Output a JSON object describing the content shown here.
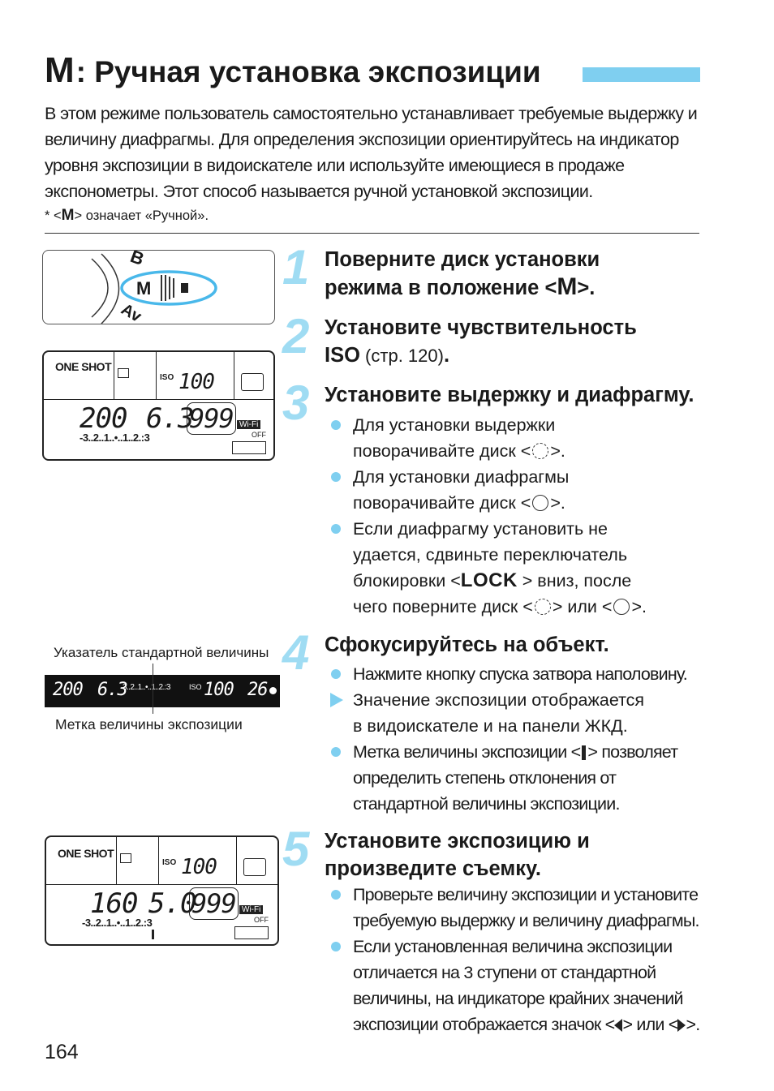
{
  "header": {
    "mode_letter": "M",
    "title": ": Ручная установка экспозиции"
  },
  "intro": "В этом режиме пользователь самостоятельно устанавливает требуемые выдержку и величину диафрагмы. Для определения экспозиции ориентируйтесь на индикатор уровня экспозиции в видоискателе или используйте имеющиеся в продаже экспонометры. Этот способ называется ручной установкой экспозиции.",
  "footnote": {
    "prefix": "* <",
    "mode": "M",
    "suffix": "> означает «Ручной»."
  },
  "steps": [
    {
      "num": "1",
      "heading_a": "Поверните диск установки",
      "heading_b": "режима в положение <",
      "heading_mode": "M",
      "heading_end": ">."
    },
    {
      "num": "2",
      "heading_a": "Установите чувствительность",
      "heading_iso": "ISO",
      "heading_ref": " (стр. 120)",
      "heading_end": "."
    },
    {
      "num": "3",
      "heading": "Установите выдержку и диафрагму.",
      "bullets": [
        {
          "a": "Для установки выдержки",
          "b": "поворачивайте диск <",
          "c": ">."
        },
        {
          "a": "Для установки диафрагмы",
          "b": "поворачивайте диск <",
          "c": ">."
        },
        {
          "a": "Если диафрагму установить не",
          "b": "удается, сдвиньте переключатель",
          "c1": "блокировки <",
          "lock": "LOCK",
          "c2": " > вниз, после",
          "d1": "чего поверните диск <",
          "d2": "> или <",
          "d3": ">."
        }
      ]
    },
    {
      "num": "4",
      "heading": "Сфокусируйтесь на объект.",
      "bullets": [
        {
          "text": "Нажмите кнопку спуска затвора наполовину."
        },
        {
          "a": "Значение экспозиции отображается",
          "b": "в видоискателе и на панели ЖКД."
        },
        {
          "a1": "Метка величины экспозиции <",
          "a2": "> позволяет",
          "b": "определить степень отклонения от",
          "c": "стандартной величины экспозиции."
        }
      ]
    },
    {
      "num": "5",
      "heading_a": "Установите экспозицию и",
      "heading_b": "произведите съемку.",
      "bullets": [
        {
          "a": "Проверьте величину экспозиции и установите",
          "b": "требуемую выдержку и величину диафрагмы."
        },
        {
          "a": "Если установленная величина экспозиции",
          "b": "отличается на 3 ступени от стандартной",
          "c": "величины, на индикаторе крайних значений",
          "d1": "экспозиции отображается значок <",
          "d2": "> или <",
          "d3": ">."
        }
      ]
    }
  ],
  "dial": {
    "b": "B",
    "m": "M",
    "av": "Av"
  },
  "lcd1": {
    "af": "ONE SHOT",
    "iso_label": "ISO",
    "iso": "100",
    "shutter": "200",
    "aperture": "6.3",
    "shots": "999",
    "scale": "-3..2..1..•..1..2.:3",
    "wifi": "Wi-Fi",
    "off": "OFF"
  },
  "viewfinder": {
    "label_top": "Указатель стандартной величины",
    "label_bottom": "Метка величины экспозиции",
    "shutter": "200",
    "aperture": "6.3",
    "scale": "3..2..1..•..1..2.:3",
    "iso_label": "ISO",
    "iso": "100",
    "shots": "26"
  },
  "lcd2": {
    "af": "ONE SHOT",
    "iso_label": "ISO",
    "iso": "100",
    "shutter": "160",
    "aperture": "5.0",
    "shots": "999",
    "scale": "-3..2..1..•..1..2.:3",
    "wifi": "Wi-Fi",
    "off": "OFF"
  },
  "page_number": "164"
}
